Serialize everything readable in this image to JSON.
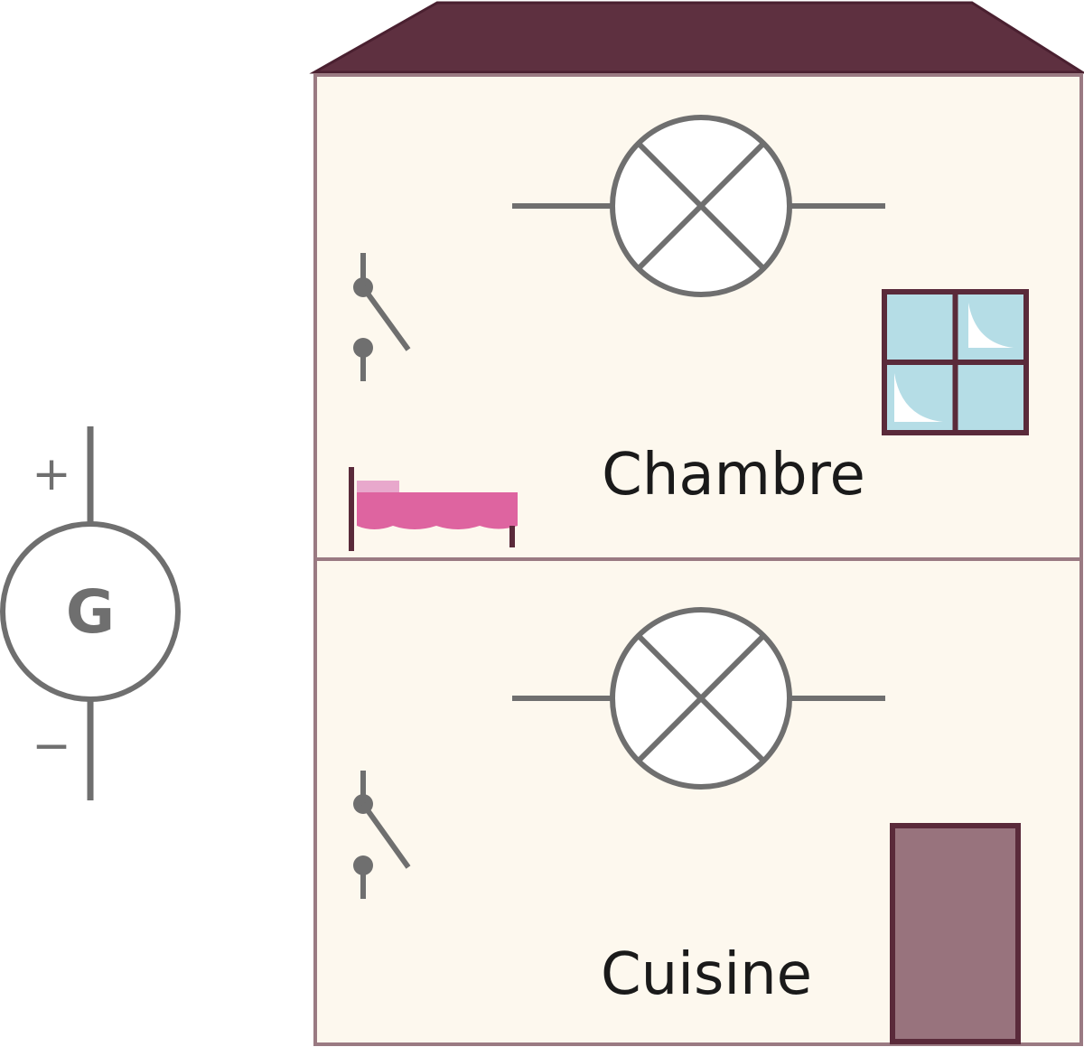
{
  "generator": {
    "symbol_letter": "G",
    "positive_terminal": "+",
    "negative_terminal": "−"
  },
  "house": {
    "upper_room": {
      "label": "Chambre",
      "furniture": [
        "lamp-symbol",
        "switch-symbol",
        "window",
        "bed"
      ]
    },
    "lower_room": {
      "label": "Cuisine",
      "furniture": [
        "lamp-symbol",
        "switch-symbol",
        "door"
      ]
    }
  },
  "colors": {
    "roof": "#5e3040",
    "wall_fill": "#fdf8ee",
    "wall_outline": "#9a7a82",
    "circuit_gray": "#6f6f6f",
    "window_glass": "#b5dde6",
    "window_frame": "#5a2a3a",
    "door": "#98737d",
    "bed": "#de64a0",
    "pillow": "#e8a8cc",
    "text": "#1a1a1a"
  }
}
